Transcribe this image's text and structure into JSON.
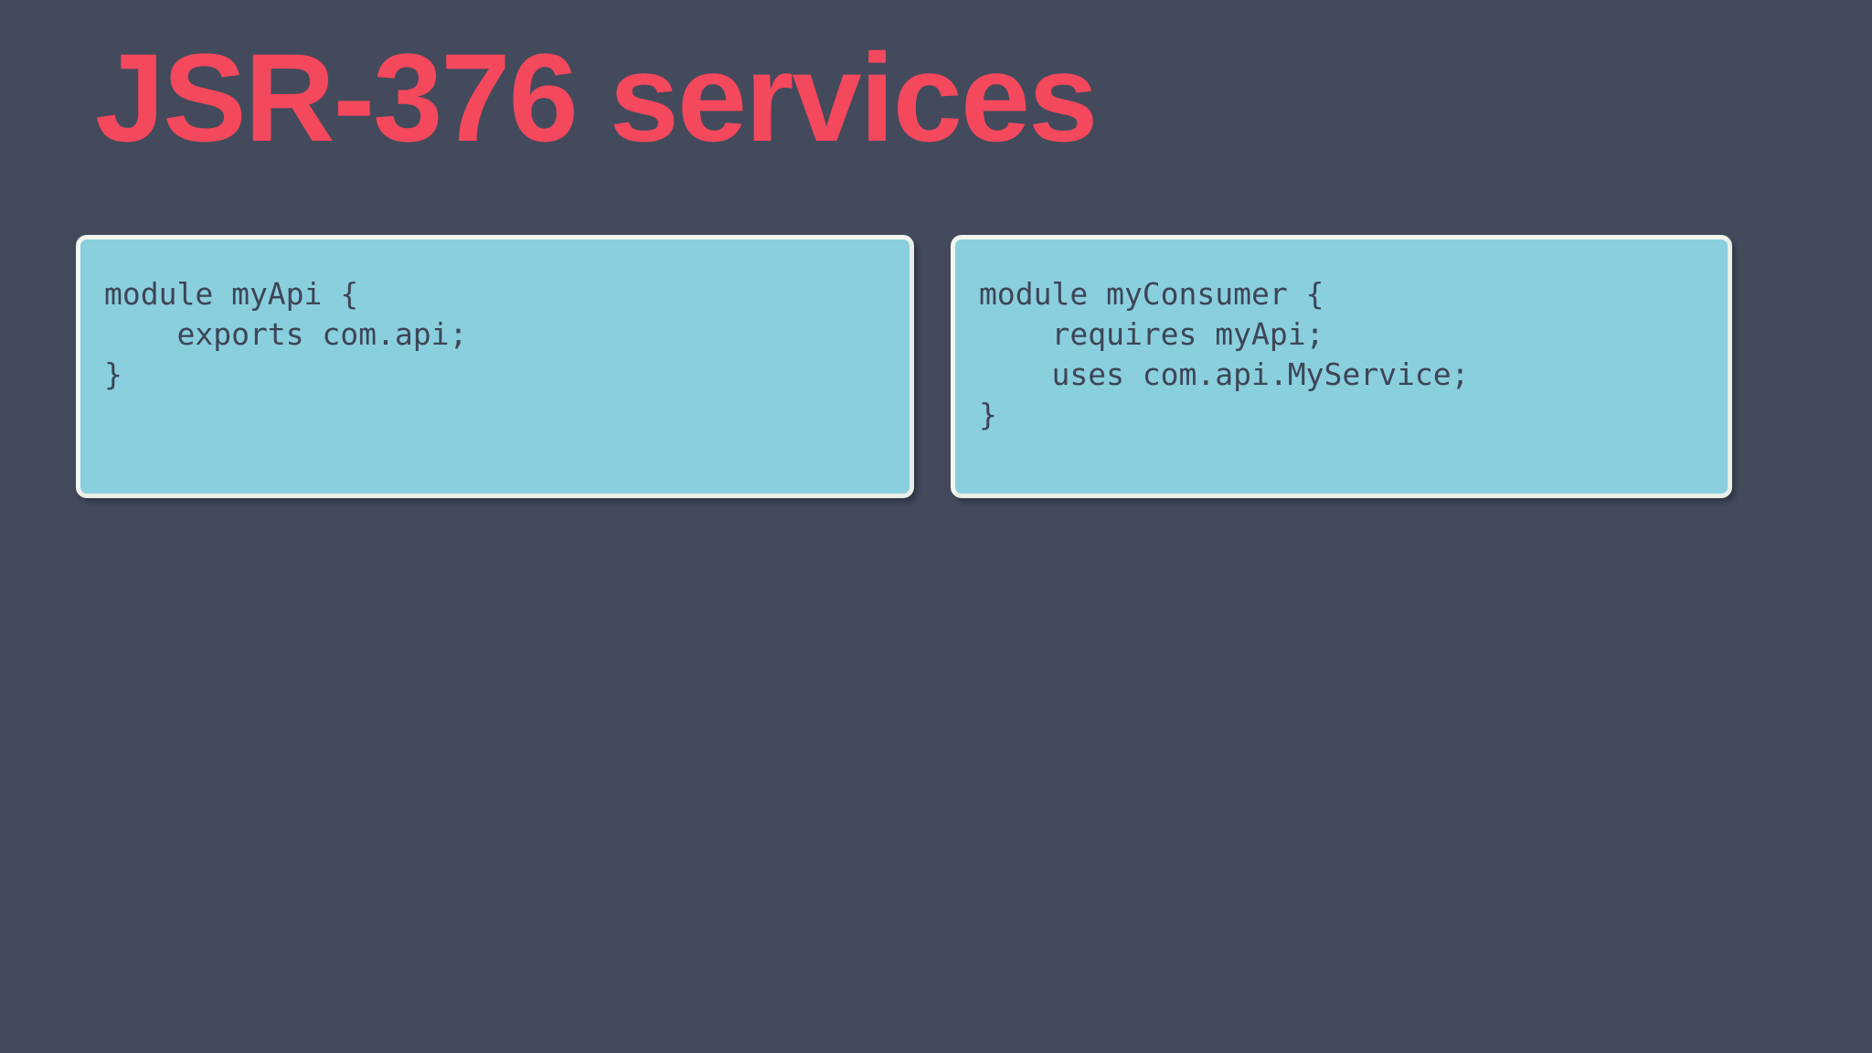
{
  "slide": {
    "title": "JSR-376 services",
    "background_color": "#434a5c",
    "title_color": "#f4485c"
  },
  "panels": [
    {
      "id": "api",
      "name": "module-myapi-code-panel",
      "fill_color": "#8acfde",
      "border_color": "#f2f6ef",
      "code_color": "#3d4556",
      "lines": [
        "module myApi {",
        "    exports com.api;",
        "}"
      ]
    },
    {
      "id": "consumer",
      "name": "module-myconsumer-code-panel",
      "fill_color": "#8acfde",
      "border_color": "#f2f6ef",
      "code_color": "#3d4556",
      "lines": [
        "module myConsumer {",
        "    requires myApi;",
        "    uses com.api.MyService;",
        "}"
      ]
    }
  ]
}
